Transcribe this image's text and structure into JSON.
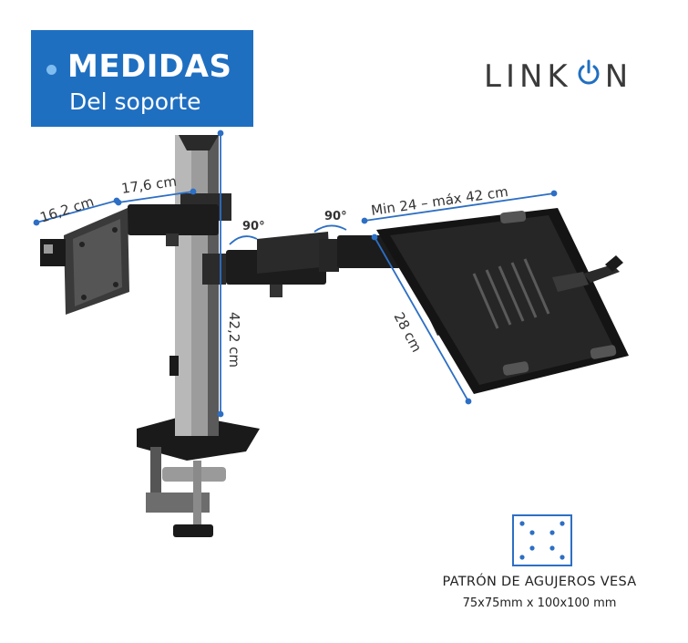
{
  "banner": {
    "title": "MEDIDAS",
    "subtitle": "Del soporte"
  },
  "logo": {
    "text_before": "LINK",
    "text_after": "N",
    "power_icon": "power-icon"
  },
  "dimensions": {
    "d1": "16,2 cm",
    "d2": "17,6 cm",
    "d3": "42,2 cm",
    "d4": "Min 24 – máx 42 cm",
    "d5": "28 cm",
    "angle_left": "90°",
    "angle_right": "90°"
  },
  "vesa": {
    "title": "PATRÓN DE AGUJEROS VESA",
    "subtitle": "75x75mm x 100x100 mm"
  },
  "colors": {
    "banner": "#1f6fc1",
    "dimension_line": "#2d6fc4",
    "logo_accent": "#1f6fc1"
  }
}
